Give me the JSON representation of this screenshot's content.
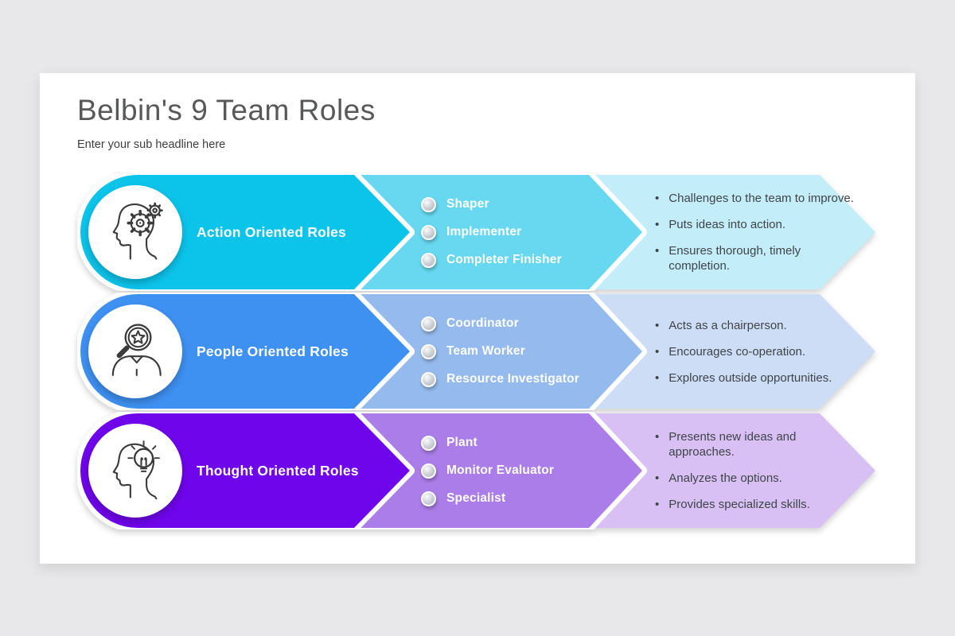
{
  "page": {
    "background": "#e8e7e9",
    "card_background": "#ffffff"
  },
  "header": {
    "title": "Belbin's 9 Team Roles",
    "subtitle": "Enter your sub headline here"
  },
  "rows": [
    {
      "label": "Action Oriented Roles",
      "icon": "head-gears-icon",
      "colors": {
        "dark": "#0cc3ea",
        "mid": "#68d8f0",
        "light": "#c3edf9"
      },
      "roles": [
        "Shaper",
        "Implementer",
        "Completer  Finisher"
      ],
      "traits": [
        "Challenges to the team to improve.",
        "Puts ideas into action.",
        "Ensures thorough, timely completion."
      ]
    },
    {
      "label": "People Oriented Roles",
      "icon": "person-magnifier-star-icon",
      "colors": {
        "dark": "#3e90f1",
        "mid": "#95bbee",
        "light": "#cdddf6"
      },
      "roles": [
        "Coordinator",
        "Team Worker",
        "Resource  Investigator"
      ],
      "traits": [
        "Acts as a chairperson.",
        "Encourages co-operation.",
        "Explores outside opportunities."
      ]
    },
    {
      "label": "Thought Oriented Roles",
      "icon": "head-lightbulb-icon",
      "colors": {
        "dark": "#6f05ea",
        "mid": "#ab7de8",
        "light": "#d8c0f4"
      },
      "roles": [
        "Plant",
        "Monitor  Evaluator",
        "Specialist"
      ],
      "traits": [
        "Presents new ideas and approaches.",
        "Analyzes the options.",
        "Provides specialized skills."
      ]
    }
  ],
  "bullet_glyph": "•"
}
